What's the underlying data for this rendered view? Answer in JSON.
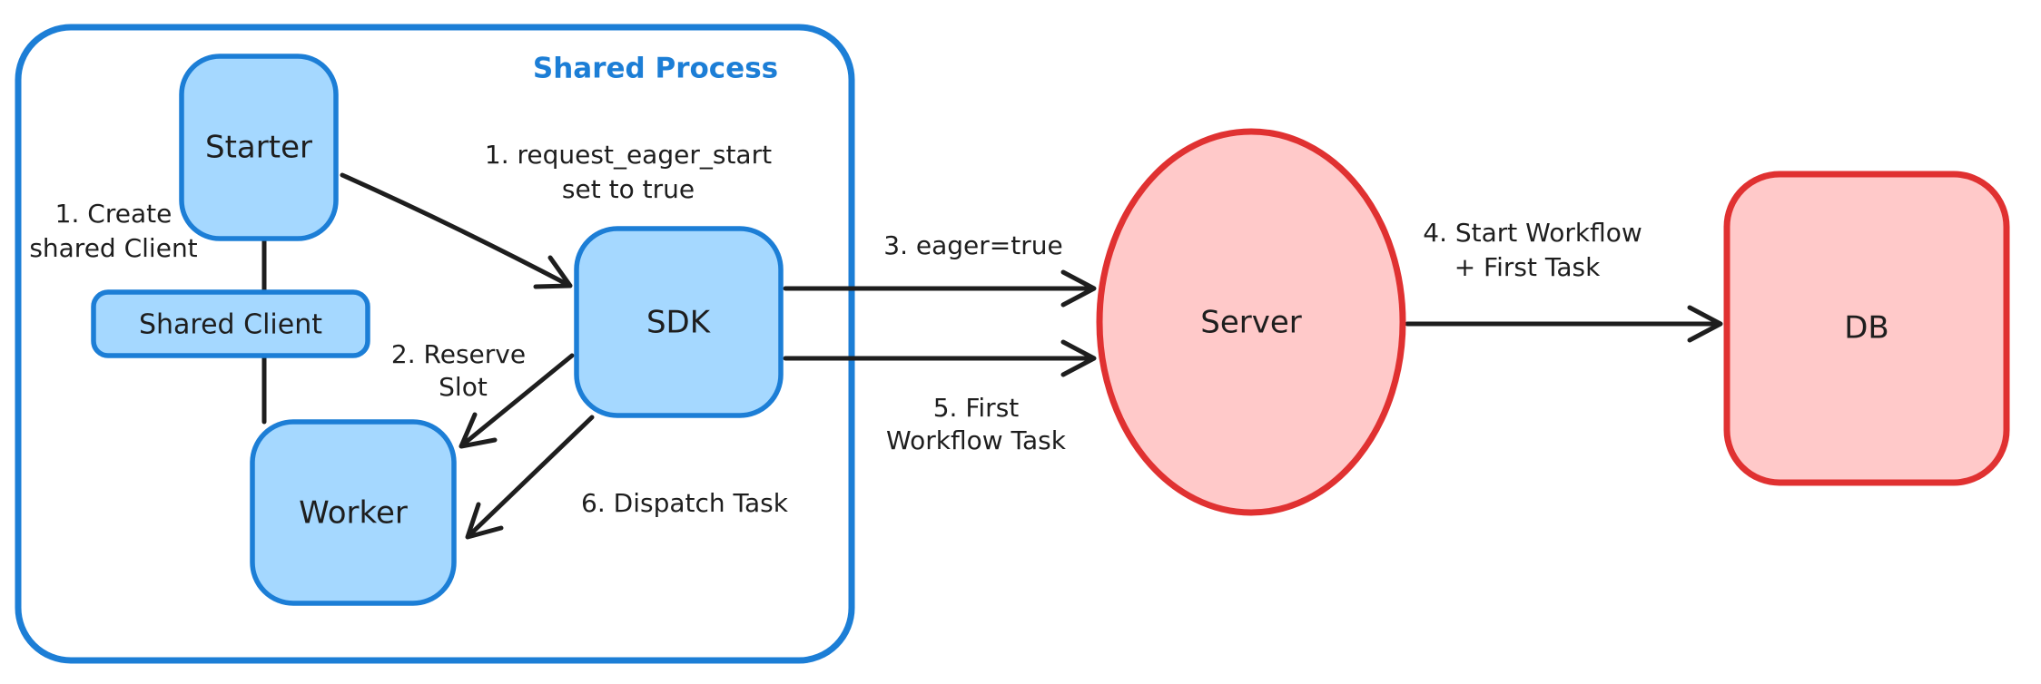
{
  "container": {
    "label": "Shared Process"
  },
  "nodes": {
    "starter": {
      "label": "Starter"
    },
    "shared_client": {
      "label": "Shared Client"
    },
    "worker": {
      "label": "Worker"
    },
    "sdk": {
      "label": "SDK"
    },
    "server": {
      "label": "Server"
    },
    "db": {
      "label": "DB"
    }
  },
  "annotations": {
    "create_shared_client": {
      "line1": "1. Create",
      "line2": "shared Client"
    },
    "request_eager_start": {
      "line1": "1. request_eager_start",
      "line2": "set to true"
    },
    "reserve_slot": {
      "line1": "2. Reserve",
      "line2": "Slot"
    },
    "eager_true": {
      "line1": "3. eager=true"
    },
    "start_workflow": {
      "line1": "4. Start Workflow",
      "line2": "+ First Task"
    },
    "first_workflow_task": {
      "line1": "5. First",
      "line2": "Workflow Task"
    },
    "dispatch_task": {
      "line1": "6. Dispatch Task"
    }
  },
  "colors": {
    "blue_stroke": "#1c7ed6",
    "blue_fill": "#a5d8ff",
    "red_stroke": "#e03131",
    "red_fill": "#ffc9c9",
    "ink": "#1e1e1e",
    "background": "#ffffff"
  }
}
